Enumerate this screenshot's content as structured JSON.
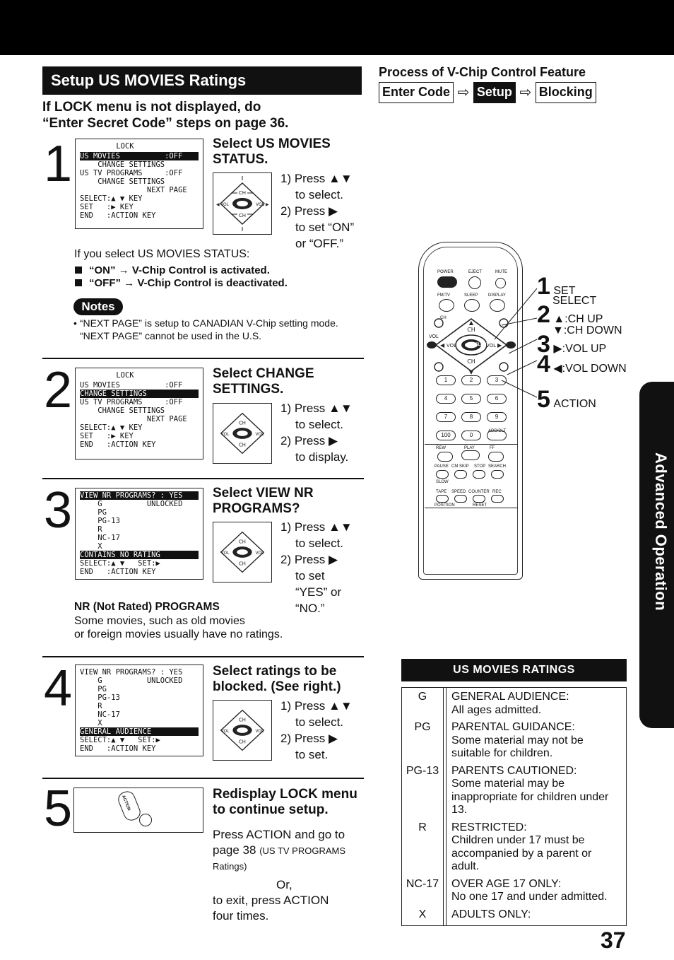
{
  "header_bar": {
    "color": "#000000"
  },
  "title": "Setup US MOVIES Ratings",
  "intro": [
    "If LOCK menu is not displayed, do",
    "“Enter Secret Code” steps on page 36."
  ],
  "process": {
    "title": "Process of V-Chip Control Feature",
    "steps": [
      "Enter Code",
      "Setup",
      "Blocking"
    ]
  },
  "step1": {
    "num": "1",
    "osd": {
      "title": "LOCK",
      "rows": [
        {
          "text": "US MOVIES          :OFF",
          "hl": true
        },
        {
          "text": "    CHANGE SETTINGS",
          "hl": false
        },
        {
          "text": "US TV PROGRAMS     :OFF",
          "hl": false
        },
        {
          "text": "    CHANGE SETTINGS",
          "hl": false
        },
        {
          "text": "               NEXT PAGE",
          "hl": false
        },
        {
          "text": "SELECT:▲ ▼ KEY",
          "hl": false
        },
        {
          "text": "SET   :▶ KEY",
          "hl": false
        },
        {
          "text": "END   :ACTION KEY",
          "hl": false
        }
      ]
    },
    "heading": [
      "Select US MOVIES",
      "STATUS."
    ],
    "instr": [
      "1) Press ▲▼",
      "to select.",
      "2) Press ▶",
      "to set “ON”",
      "or “OFF.”"
    ],
    "note_lead": "If you select US MOVIES STATUS:",
    "bullets": [
      "“ON” → V-Chip Control is activated.",
      "“OFF” → V-Chip Control is deactivated."
    ],
    "notes_label": "Notes",
    "notes": [
      "• “NEXT PAGE” is setup to CANADIAN V-Chip setting mode.",
      "“NEXT PAGE” cannot be used in the U.S."
    ]
  },
  "step2": {
    "num": "2",
    "osd": {
      "title": "LOCK",
      "rows": [
        {
          "text": "US MOVIES          :OFF",
          "hl": false
        },
        {
          "text": "CHANGE SETTINGS",
          "hl": true
        },
        {
          "text": "US TV PROGRAMS     :OFF",
          "hl": false
        },
        {
          "text": "    CHANGE SETTINGS",
          "hl": false
        },
        {
          "text": "               NEXT PAGE",
          "hl": false
        },
        {
          "text": "SELECT:▲ ▼ KEY",
          "hl": false
        },
        {
          "text": "SET   :▶ KEY",
          "hl": false
        },
        {
          "text": "END   :ACTION KEY",
          "hl": false
        }
      ]
    },
    "heading": [
      "Select CHANGE",
      "SETTINGS."
    ],
    "instr": [
      "1) Press ▲▼",
      "to select.",
      "2) Press ▶",
      "to display."
    ]
  },
  "step3": {
    "num": "3",
    "osd": {
      "rows": [
        {
          "text": "VIEW NR PROGRAMS? : YES",
          "hl": true
        },
        {
          "text": "    G          UNLOCKED",
          "hl": false
        },
        {
          "text": "    PG",
          "hl": false
        },
        {
          "text": "    PG-13",
          "hl": false
        },
        {
          "text": "    R",
          "hl": false
        },
        {
          "text": "    NC-17",
          "hl": false
        },
        {
          "text": "    X",
          "hl": false
        },
        {
          "text": "CONTAINS NO RATING",
          "hl": true
        },
        {
          "text": "SELECT:▲ ▼   SET:▶",
          "hl": false
        },
        {
          "text": "END   :ACTION KEY",
          "hl": false
        }
      ]
    },
    "heading": [
      "Select VIEW NR",
      "PROGRAMS?"
    ],
    "instr": [
      "1) Press ▲▼",
      "to select.",
      "2) Press ▶",
      "to set",
      "“YES” or",
      "“NO.”"
    ],
    "nr_title": "NR (Not Rated) PROGRAMS",
    "nr_text": [
      "Some movies, such as old movies",
      "or foreign movies usually have no ratings."
    ]
  },
  "step4": {
    "num": "4",
    "osd": {
      "rows": [
        {
          "text": "VIEW NR PROGRAMS? : YES",
          "hl": false
        },
        {
          "text": "    G          UNLOCKED",
          "hl": false
        },
        {
          "text": "    PG",
          "hl": false
        },
        {
          "text": "    PG-13",
          "hl": false
        },
        {
          "text": "    R",
          "hl": false
        },
        {
          "text": "    NC-17",
          "hl": false
        },
        {
          "text": "    X",
          "hl": false
        },
        {
          "text": "GENERAL AUDIENCE",
          "hl": true
        },
        {
          "text": "SELECT:▲ ▼   SET:▶",
          "hl": false
        },
        {
          "text": "END   :ACTION KEY",
          "hl": false
        }
      ]
    },
    "heading": [
      "Select ratings to be",
      "blocked. (See right.)"
    ],
    "instr": [
      "1) Press ▲▼",
      "to select.",
      "2) Press ▶",
      "to set."
    ]
  },
  "step5": {
    "num": "5",
    "button_label": "ACTION",
    "heading": [
      "Redisplay LOCK menu",
      "to continue setup."
    ],
    "text1": "Press ACTION and go to",
    "text2a": "page 38",
    "text2b": "(US TV PROGRAMS",
    "text3": "Ratings)",
    "or": "Or,",
    "text4": [
      "to exit, press ACTION",
      "four times."
    ]
  },
  "remote": {
    "labels": {
      "power": "POWER",
      "eject": "EJECT",
      "mute": "MUTE",
      "fmtv": "FM/TV",
      "sleep": "SLEEP",
      "display": "DISPLAY",
      "ch": "CH",
      "vol": "VOL",
      "select": "SELECT",
      "add_dlt": "ADD/DLT",
      "rew": "REW",
      "play": "PLAY",
      "ff": "FF",
      "pause": "PAUSE",
      "cm_skip": "CM SKIP",
      "stop": "STOP",
      "search": "SEARCH",
      "slow": "SLOW",
      "tape": "TAPE",
      "speed": "SPEED",
      "counter": "COUNTER",
      "rec": "REC",
      "position": "POSITION",
      "reset": "RESET"
    },
    "keys": [
      "1",
      "2",
      "3",
      "4",
      "5",
      "6",
      "7",
      "8",
      "9",
      "100",
      "0"
    ],
    "callouts": [
      {
        "num": "1",
        "text": "SET"
      },
      {
        "num": "",
        "text": "SELECT"
      },
      {
        "num": "2",
        "text": "▲:CH UP"
      },
      {
        "num": "",
        "text": "▼:CH DOWN"
      },
      {
        "num": "3",
        "text": "▶:VOL UP"
      },
      {
        "num": "4",
        "text": "◀:VOL DOWN"
      },
      {
        "num": "5",
        "text": "ACTION"
      }
    ]
  },
  "side_tab": "Advanced Operation",
  "ratings_table": {
    "title": "US MOVIES RATINGS",
    "rows": [
      {
        "code": "G",
        "lines": [
          "GENERAL AUDIENCE:",
          "All ages admitted."
        ]
      },
      {
        "code": "PG",
        "lines": [
          "PARENTAL GUIDANCE:",
          "Some material may not be",
          "suitable for children."
        ]
      },
      {
        "code": "PG-13",
        "lines": [
          "PARENTS CAUTIONED:",
          "Some material may be",
          "inappropriate for children under",
          "13."
        ]
      },
      {
        "code": "R",
        "lines": [
          "RESTRICTED:",
          "Children under 17 must be",
          "accompanied by a parent or",
          "adult."
        ]
      },
      {
        "code": "NC-17",
        "lines": [
          "OVER AGE 17 ONLY:",
          "No one 17 and under admitted."
        ]
      },
      {
        "code": "X",
        "lines": [
          "ADULTS ONLY:"
        ]
      }
    ]
  },
  "page_number": "37"
}
